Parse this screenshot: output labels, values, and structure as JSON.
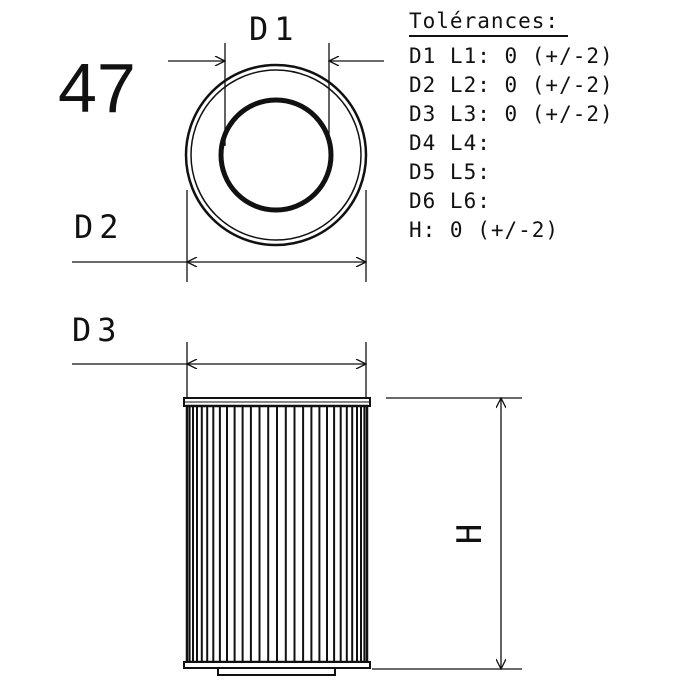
{
  "model_number": "47",
  "labels": {
    "d1": "D1",
    "d2": "D2",
    "d3": "D3",
    "h": "H"
  },
  "tolerances": {
    "heading": "Tolérances:",
    "lines": [
      "D1 L1: 0 (+/-2)",
      "D2 L2: 0 (+/-2)",
      "D3 L3: 0 (+/-2)",
      "D4 L4:",
      "D5 L5:",
      "D6 L6:",
      "H: 0 (+/-2)"
    ]
  },
  "colors": {
    "ink": "#111111",
    "background": "#ffffff"
  }
}
